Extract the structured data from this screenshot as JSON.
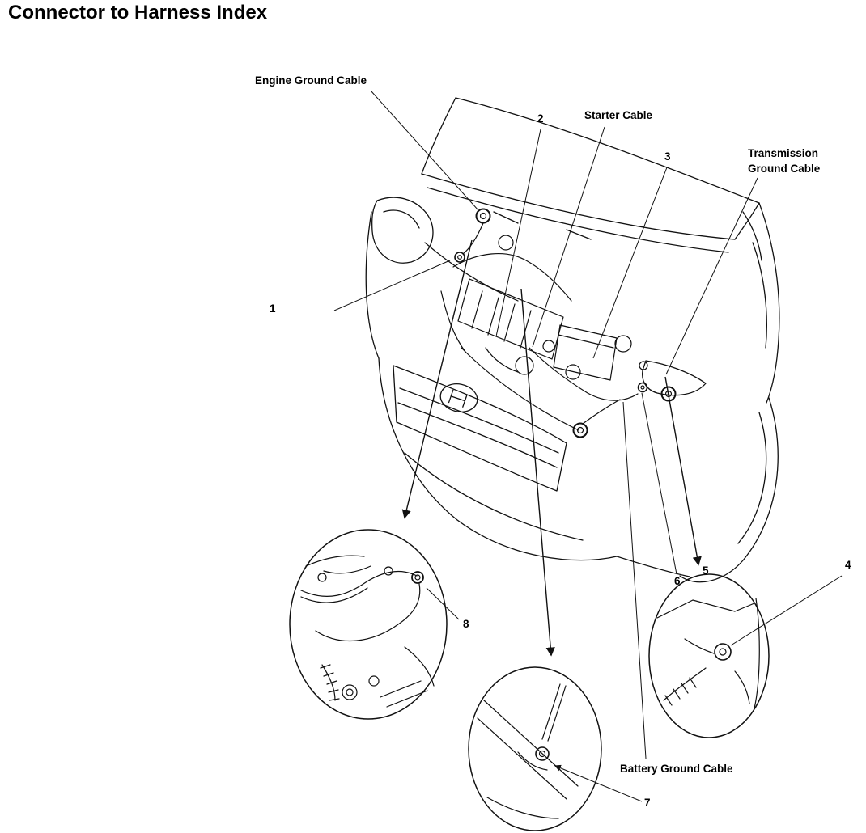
{
  "title": "Connector to Harness Index",
  "colors": {
    "ink": "#111111",
    "background": "#ffffff"
  },
  "diagram": {
    "cable_labels": {
      "engine_ground": "Engine Ground Cable",
      "starter": "Starter Cable",
      "transmission_ground": "Transmission Ground Cable",
      "battery_ground": "Battery Ground Cable"
    },
    "callouts": [
      "1",
      "2",
      "3",
      "4",
      "5",
      "6",
      "7",
      "8"
    ]
  }
}
